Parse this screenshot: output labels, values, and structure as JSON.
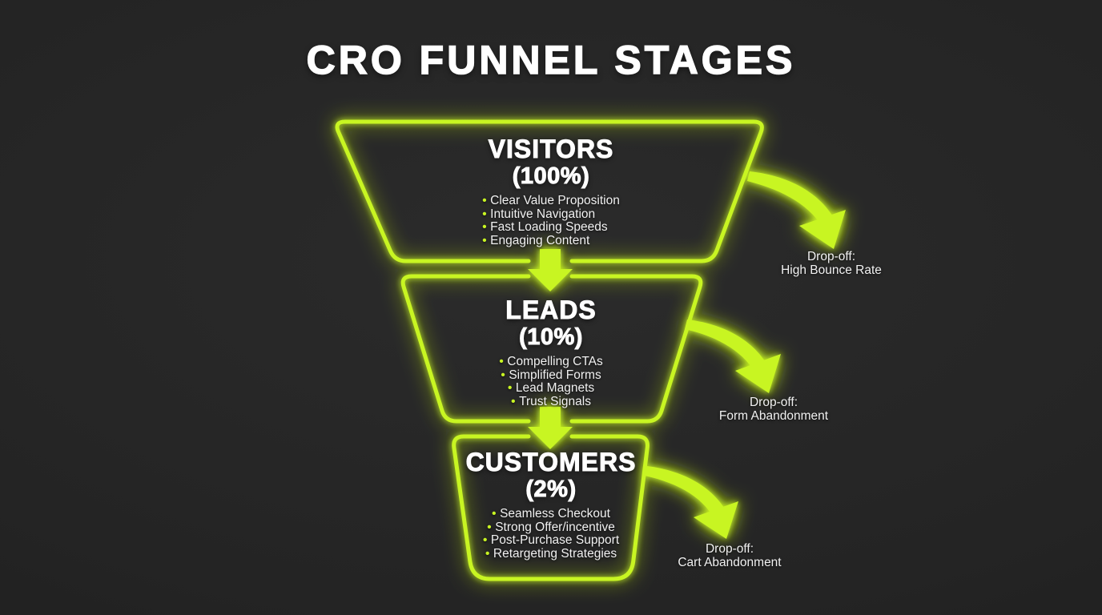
{
  "title": "CRO FUNNEL STAGES",
  "theme": {
    "bg": "#242424",
    "accent": "#c8f523",
    "text-primary": "#ffffff",
    "text-secondary": "#f1f1f1"
  },
  "funnel": {
    "stages": [
      {
        "name": "VISITORS",
        "percent": "(100%)",
        "bullets": [
          "Clear Value Proposition",
          "Intuitive Navigation",
          "Fast Loading Speeds",
          "Engaging Content"
        ],
        "dropoff": {
          "label": "Drop-off:",
          "reason": "High Bounce Rate"
        }
      },
      {
        "name": "LEADS",
        "percent": "(10%)",
        "bullets": [
          "Compelling CTAs",
          "Simplified Forms",
          "Lead Magnets",
          "Trust Signals"
        ],
        "dropoff": {
          "label": "Drop-off:",
          "reason": "Form Abandonment"
        }
      },
      {
        "name": "CUSTOMERS",
        "percent": "(2%)",
        "bullets": [
          "Seamless Checkout",
          "Strong Offer/incentive",
          "Post-Purchase Support",
          "Retargeting Strategies"
        ],
        "dropoff": {
          "label": "Drop-off:",
          "reason": "Cart Abandonment"
        }
      }
    ]
  }
}
